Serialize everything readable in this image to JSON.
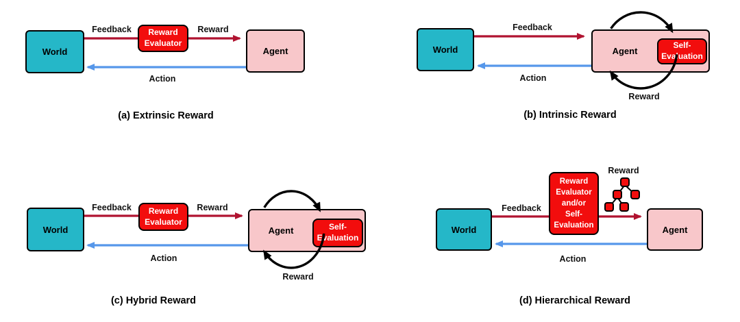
{
  "figure": {
    "panels": {
      "a": {
        "caption": "(a) Extrinsic Reward",
        "world": "World",
        "agent": "Agent",
        "evaluator": "Reward\nEvaluator",
        "feedback": "Feedback",
        "reward": "Reward",
        "action": "Action"
      },
      "b": {
        "caption": "(b) Intrinsic Reward",
        "world": "World",
        "agent": "Agent",
        "self_evaluation": "Self-\nEvaluation",
        "feedback": "Feedback",
        "action": "Action",
        "loop_reward": "Reward"
      },
      "c": {
        "caption": "(c) Hybrid Reward",
        "world": "World",
        "agent": "Agent",
        "evaluator": "Reward\nEvaluator",
        "self_evaluation": "Self-\nEvaluation",
        "feedback": "Feedback",
        "reward": "Reward",
        "action": "Action",
        "loop_reward": "Reward"
      },
      "d": {
        "caption": "(d) Hierarchical Reward",
        "world": "World",
        "agent": "Agent",
        "evaluator": "Reward\nEvaluator\nand/or\nSelf-\nEvaluation",
        "feedback": "Feedback",
        "reward": "Reward",
        "action": "Action"
      }
    },
    "colors": {
      "world_fill": "#25b7c8",
      "agent_fill": "#f8c7ca",
      "evaluator_fill": "#f20d0d",
      "feedback_arrow": "#b01330",
      "action_arrow": "#5697ea",
      "loop_arrow": "#000000"
    }
  }
}
